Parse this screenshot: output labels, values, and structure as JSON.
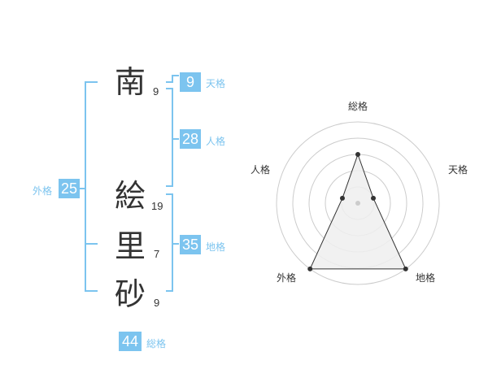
{
  "name": {
    "characters": [
      {
        "char": "南",
        "strokes": "9"
      },
      {
        "char": "絵",
        "strokes": "19"
      },
      {
        "char": "里",
        "strokes": "7"
      },
      {
        "char": "砂",
        "strokes": "9"
      }
    ]
  },
  "kakusu": {
    "tenkaku": {
      "value": "9",
      "label": "天格"
    },
    "jinkaku": {
      "value": "28",
      "label": "人格"
    },
    "chikaku": {
      "value": "35",
      "label": "地格"
    },
    "gaikaku": {
      "value": "25",
      "label": "外格"
    },
    "soukaku": {
      "value": "44",
      "label": "総格"
    }
  },
  "radar": {
    "axes": [
      "総格",
      "天格",
      "地格",
      "外格",
      "人格"
    ],
    "levels": 5,
    "values": [
      3,
      1,
      5,
      5,
      1
    ],
    "max": 5,
    "colors": {
      "ring": "#cccccc",
      "fill": "#eeeeee",
      "line": "#333333",
      "point": "#333333",
      "center": "#cccccc"
    }
  },
  "colors": {
    "accent": "#7cc4ef",
    "text": "#333333"
  }
}
